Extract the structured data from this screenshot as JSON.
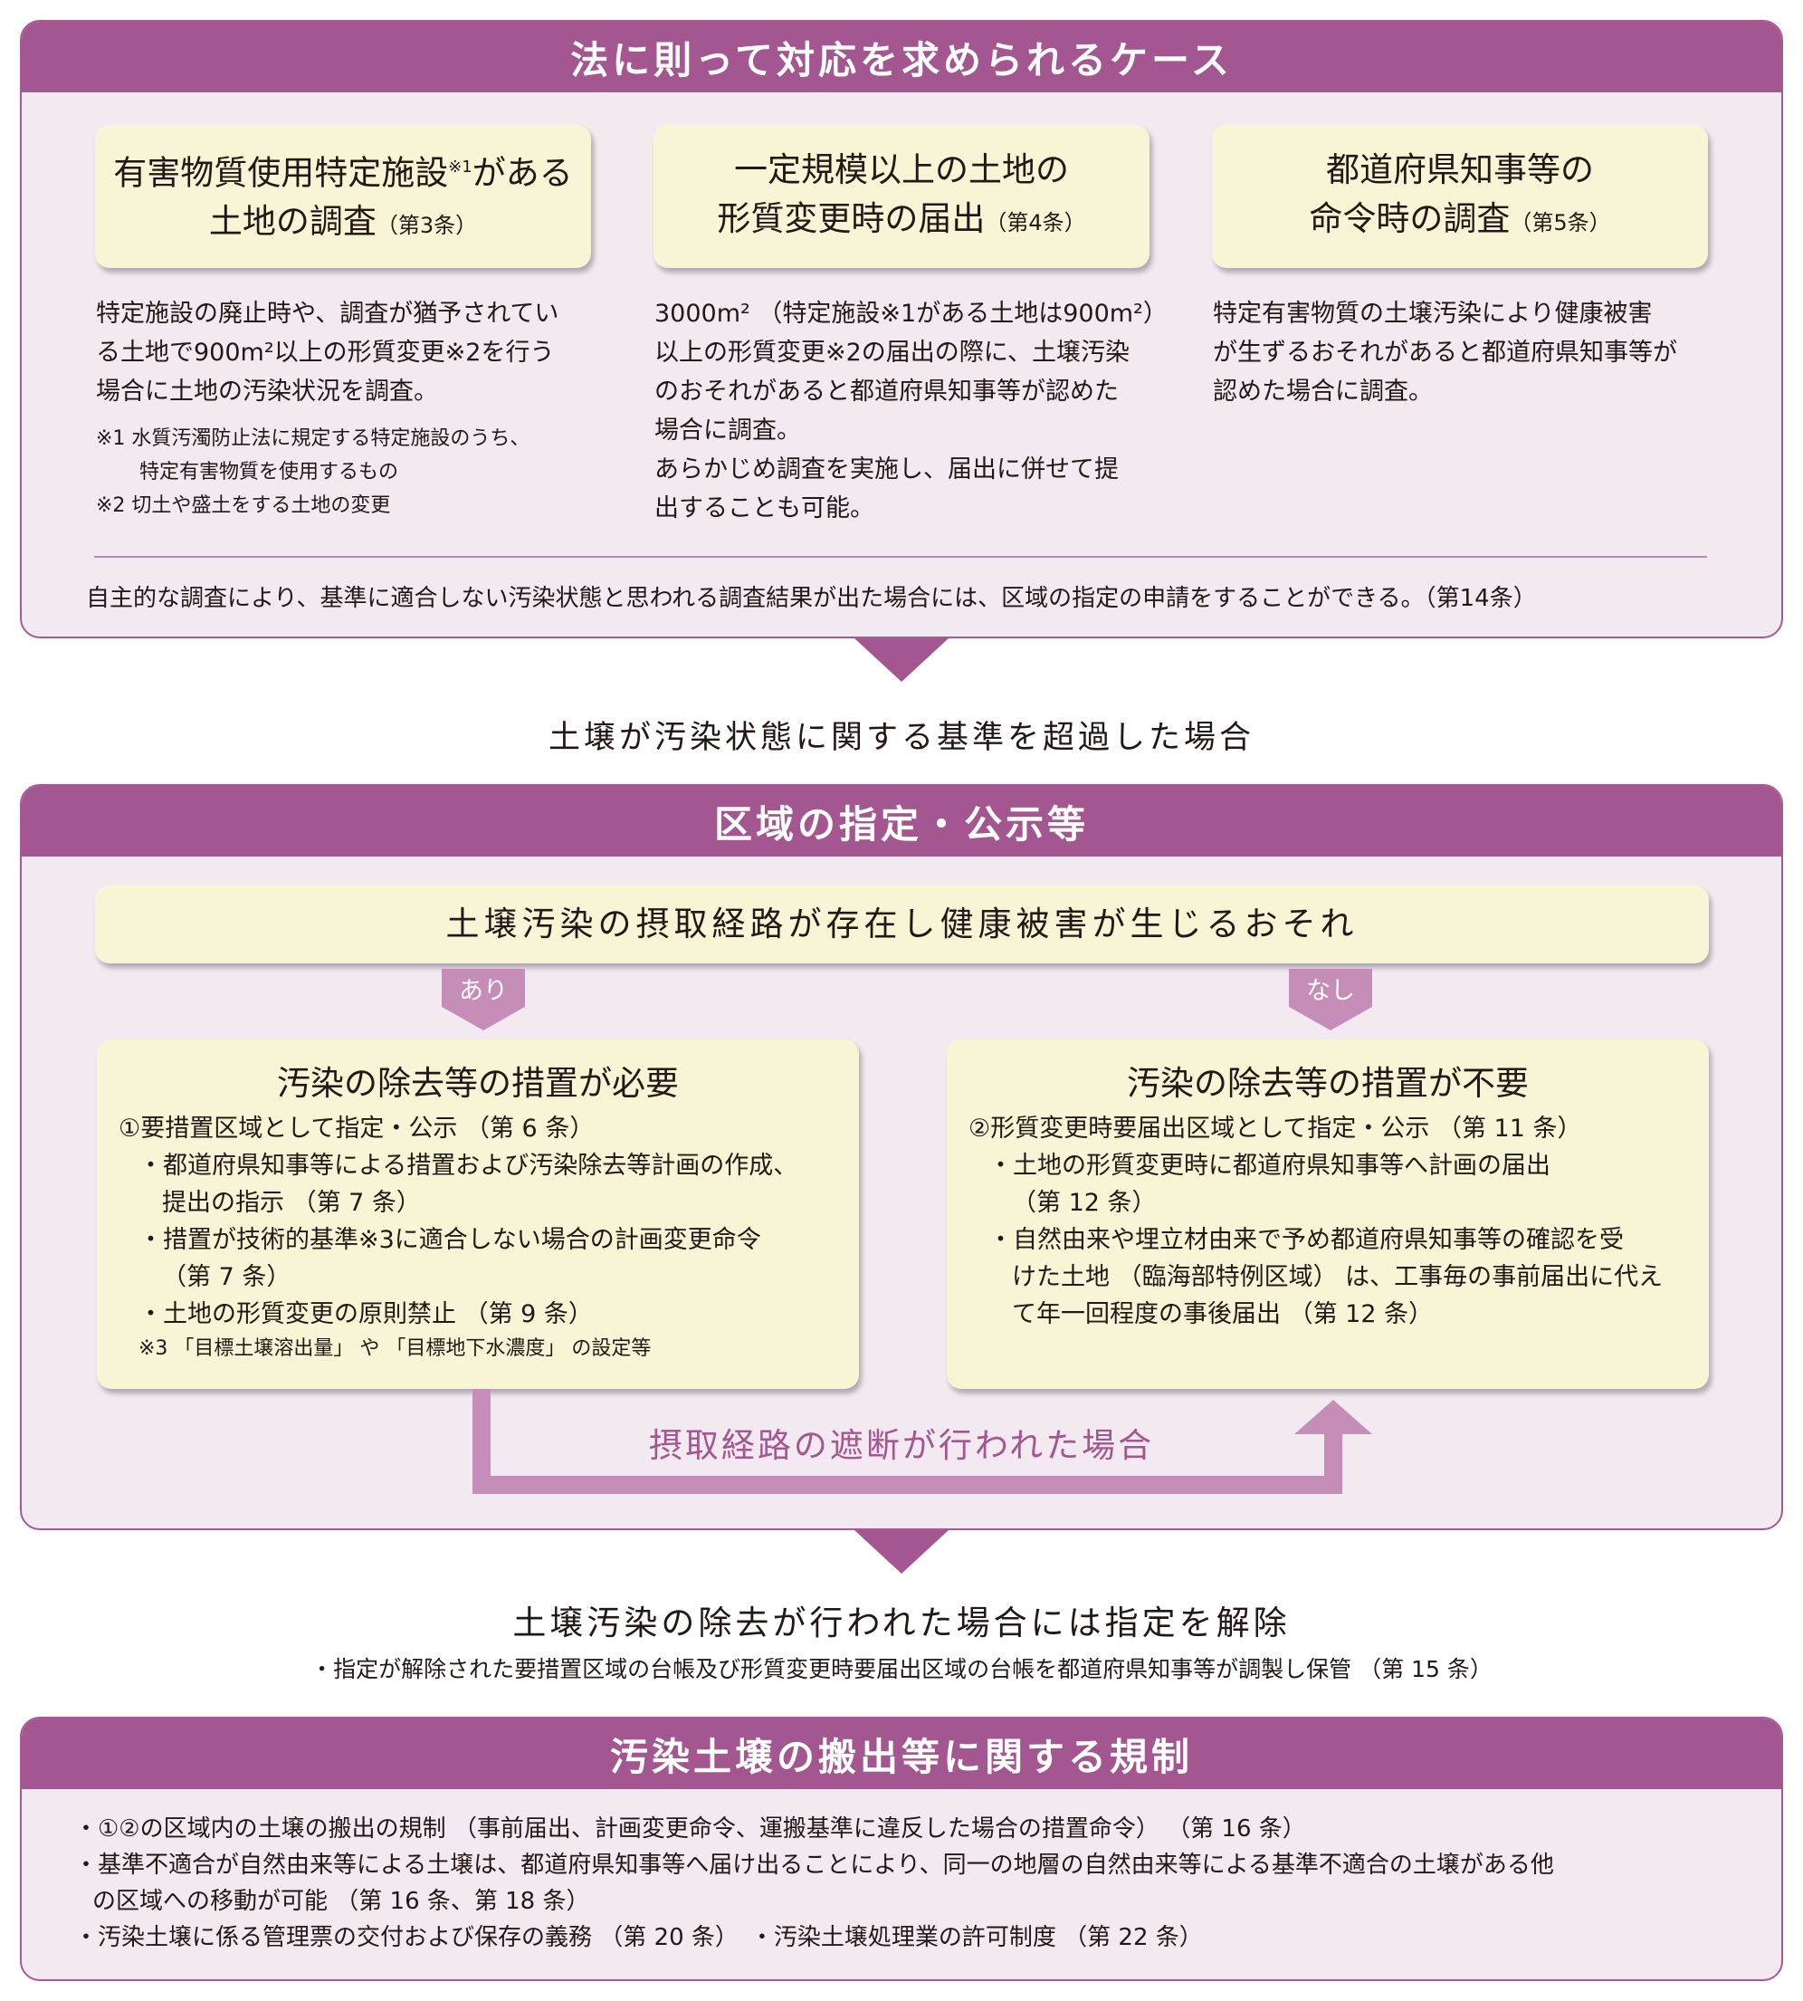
{
  "section1": {
    "title": "法に則って対応を求められるケース",
    "box1": {
      "line1": "有害物質使用特定施設",
      "sup": "※1",
      "line1_after": "がある",
      "line2": "土地の調査",
      "article": "（第3条）"
    },
    "box2": {
      "line1": "一定規模以上の土地の",
      "line2": "形質変更時の届出",
      "article": "（第4条）"
    },
    "box3": {
      "line1": "都道府県知事等の",
      "line2": "命令時の調査",
      "article": "（第5条）"
    },
    "desc1": [
      "特定施設の廃止時や、調査が猶予されてい",
      "る土地で900m²以上の形質変更※2を行う",
      "場合に土地の汚染状況を調査。"
    ],
    "notes1": [
      "※1 水質汚濁防止法に規定する特定施設のうち、",
      "特定有害物質を使用するもの",
      "※2 切土や盛土をする土地の変更"
    ],
    "desc2": [
      "3000m² （特定施設※1がある土地は900m²）",
      "以上の形質変更※2の届出の際に、土壌汚染",
      "のおそれがあると都道府県知事等が認めた",
      "場合に調査。",
      "あらかじめ調査を実施し、届出に併せて提",
      "出することも可能。"
    ],
    "desc3": [
      "特定有害物質の土壌汚染により健康被害",
      "が生ずるおそれがあると都道府県知事等が",
      "認めた場合に調査。"
    ],
    "footer": "自主的な調査により、基準に適合しない汚染状態と思われる調査結果が出た場合には、区域の指定の申請をすることができる。（第14条）"
  },
  "between1": "土壌が汚染状態に関する基準を超過した場合",
  "section2": {
    "title": "区域の指定・公示等",
    "risk": "土壌汚染の摂取経路が存在し健康被害が生じるおそれ",
    "tag_yes": "あり",
    "tag_no": "なし",
    "left": {
      "title": "汚染の除去等の措置が必要",
      "lines": [
        "①要措置区域として指定・公示 （第 6 条）",
        "・都道府県知事等による措置および汚染除去等計画の作成、",
        "提出の指示 （第 7 条）",
        "・措置が技術的基準※3に適合しない場合の計画変更命令",
        "（第 7 条）",
        "・土地の形質変更の原則禁止 （第 9 条）"
      ],
      "note": "※3 「目標土壌溶出量」 や 「目標地下水濃度」 の設定等"
    },
    "right": {
      "title": "汚染の除去等の措置が不要",
      "lines": [
        "②形質変更時要届出区域として指定・公示 （第 11 条）",
        "・土地の形質変更時に都道府県知事等へ計画の届出",
        "（第 12 条）",
        "・自然由来や埋立材由来で予め都道府県知事等の確認を受",
        "けた土地 （臨海部特例区域） は、工事毎の事前届出に代え",
        "て年一回程度の事後届出 （第 12 条）"
      ]
    },
    "route": "摂取経路の遮断が行われた場合"
  },
  "between2": {
    "heading": "土壌汚染の除去が行われた場合には指定を解除",
    "sub": "・指定が解除された要措置区域の台帳及び形質変更時要届出区域の台帳を都道府県知事等が調製し保管 （第 15 条）"
  },
  "section3": {
    "title": "汚染土壌の搬出等に関する規制",
    "lines": [
      "・①②の区域内の土壌の搬出の規制 （事前届出、計画変更命令、運搬基準に違反した場合の措置命令） （第 16 条）",
      "・基準不適合が自然由来等による土壌は、都道府県知事等へ届け出ることにより、同一の地層の自然由来等による基準不適合の土壌がある他",
      "の区域への移動が可能 （第 16 条、第 18 条）",
      "・汚染土壌に係る管理票の交付および保存の義務 （第 20 条）　・汚染土壌処理業の許可制度 （第 22 条）"
    ]
  }
}
